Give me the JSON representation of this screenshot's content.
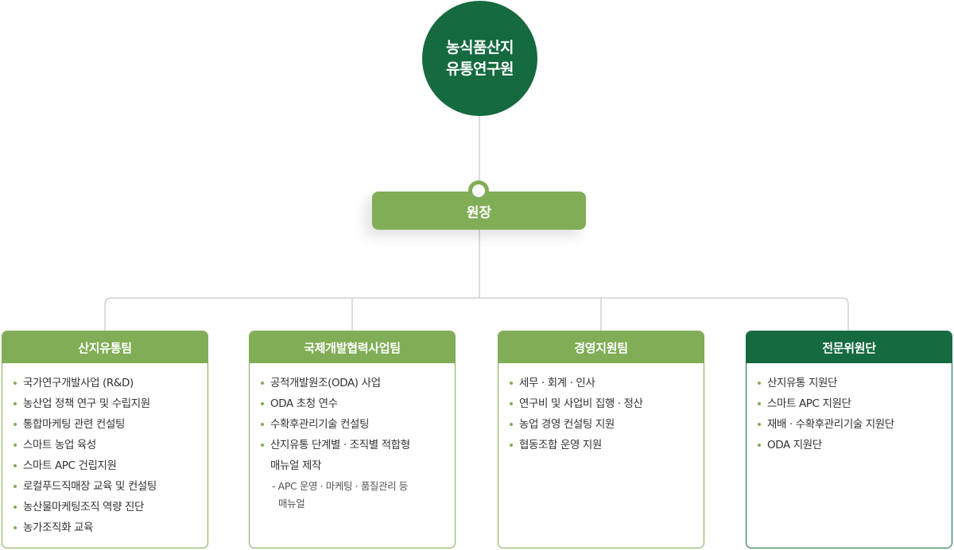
{
  "root": {
    "line1": "농식품산지",
    "line2": "유통연구원"
  },
  "director": {
    "label": "원장"
  },
  "teams": [
    {
      "title": "산지유통팀",
      "items": [
        "국가연구개발사업 (R&D)",
        "농산업 정책 연구 및 수립지원",
        "통합마케팅 관련 컨설팅",
        "스마트 농업 육성",
        "스마트 APC 건립지원",
        "로컬푸드직매장 교육 및 컨설팅",
        "농산물마케팅조직 역량 진단",
        "농가조직화 교육"
      ]
    },
    {
      "title": "국제개발협력사업팀",
      "items": [
        "공적개발원조(ODA) 사업",
        "ODA 초청 연수",
        "수확후관리기술 컨설팅"
      ],
      "item4_line1": "산지유통 단계별 · 조직별 적합형",
      "item4_line2": "매뉴얼 제작",
      "item4_sub_line1": "- APC 운영 · 마케팅 · 품질관리 등",
      "item4_sub_line2": "매뉴얼"
    },
    {
      "title": "경영지원팀",
      "items": [
        "세무 · 회계 · 인사",
        "연구비 및 사업비 집행 · 정산",
        "농업 경영 컨설팅 지원",
        "협동조합 운영 지원"
      ]
    },
    {
      "title": "전문위원단",
      "items": [
        "산지유통 지원단",
        "스마트 APC 지원단",
        "재배 · 수확후관리기술 지원단",
        "ODA 지원단"
      ]
    }
  ],
  "colors": {
    "dark_green": "#156a3f",
    "light_green": "#80ad56",
    "connector": "#bbbbbb"
  }
}
